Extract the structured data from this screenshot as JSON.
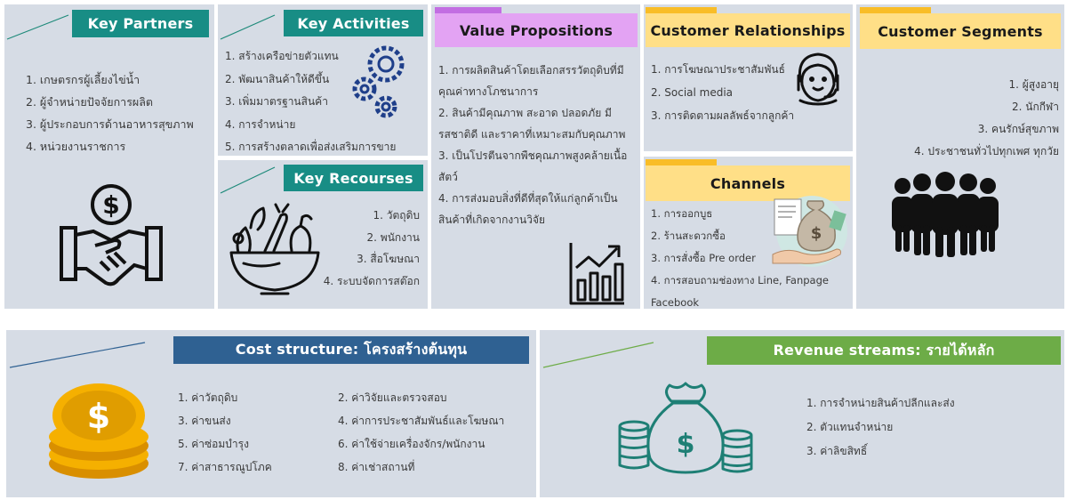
{
  "key_partners": {
    "title": "Key Partners",
    "items": [
      "1. เกษตรกรผู้เลี้ยงไข่น้ำ",
      "2. ผู้จำหน่ายปัจจัยการผลิต",
      "3. ผู้ประกอบการด้านอาหารสุขภาพ",
      "4. หน่วยงานราชการ"
    ],
    "icon": "handshake-dollar-icon"
  },
  "key_activities": {
    "title": "Key Activities",
    "items": [
      "1. สร้างเครือข่ายตัวแทน",
      "2. พัฒนาสินค้าให้ดีขึ้น",
      "3. เพิ่มมาตรฐานสินค้า",
      "4. การจำหน่าย",
      "5. การสร้างตลาดเพื่อส่งเสริมการขาย"
    ],
    "icon": "gears-icon"
  },
  "key_resources": {
    "title": "Key  Recourses",
    "items": [
      "1. วัตถุดิบ",
      "2. พนักงาน",
      "3. สื่อโฆษณา",
      "4. ระบบจัดการสต๊อก"
    ],
    "icon": "vegetable-bowl-icon"
  },
  "value_propositions": {
    "title": "Value Propositions",
    "items": [
      "1. การผลิตสินค้าโดยเลือกสรรวัตถุดิบที่มีคุณค่าทางโภชนาการ",
      "2. สินค้ามีคุณภาพ สะอาด ปลอดภัย มีรสชาติดี และราคาที่เหมาะสมกับคุณภาพ",
      "3. เป็นโปรตีนจากพืชคุณภาพสูงคล้ายเนื้อสัตว์",
      "4. การส่งมอบสิ่งที่ดีที่สุดให้แก่ลูกค้าเป็นสินค้าที่เกิดจากงานวิจัย"
    ],
    "icon": "growth-chart-icon"
  },
  "customer_relationships": {
    "title": "Customer Relationships",
    "items": [
      "1. การโฆษณาประชาสัมพันธ์",
      "2. Social media",
      "3. การติดตามผลลัพธ์จากลูกค้า"
    ],
    "icon": "headset-agent-icon"
  },
  "channels": {
    "title": "Channels",
    "items": [
      "1. การออกบูธ",
      "2. ร้านสะดวกซื้อ",
      "3. การสั่งซื้อ  Pre order",
      "4. การสอบถามช่องทาง  Line, Fanpage Facebook"
    ],
    "icon": "money-bag-hand-icon"
  },
  "customer_segments": {
    "title": "Customer Segments",
    "items": [
      "1. ผู้สูงอายุ",
      "2. นักกีฬา",
      "3. คนรักษ์สุขภาพ",
      "4. ประชาชนทั่วไปทุกเพศ  ทุกวัย"
    ],
    "icon": "people-group-icon"
  },
  "cost_structure": {
    "title": "Cost structure: โครงสร้างต้นทุน",
    "col1": [
      "1. ค่าวัตถุดิบ",
      "3. ค่าขนส่ง",
      "5. ค่าซ่อมบำรุง",
      "7. ค่าสาธารณูปโภค"
    ],
    "col2": [
      "2. ค่าวิจัยและตรวจสอบ",
      "4. ค่าการประชาสัมพันธ์และโฆษณา",
      "6. ค่าใช้จ่ายเครื่องจักร/พนักงาน",
      "8. ค่าเช่าสถานที่"
    ],
    "icon": "dollar-coins-icon"
  },
  "revenue_streams": {
    "title": "Revenue streams: รายได้หลัก",
    "items": [
      "1. การจำหน่ายสินค้าปลีกและส่ง",
      "2. ตัวแทนจำหน่าย",
      "3. ค่าลิขสิทธิ์"
    ],
    "icon": "money-bag-coins-icon"
  },
  "colors": {
    "panel_bg": "#d6dce5",
    "teal": "#188d85",
    "pink": "#e3a3f3",
    "gold": "#ffdf87",
    "blue": "#2f6192",
    "green": "#6dac47",
    "coin": "#f5b000"
  }
}
